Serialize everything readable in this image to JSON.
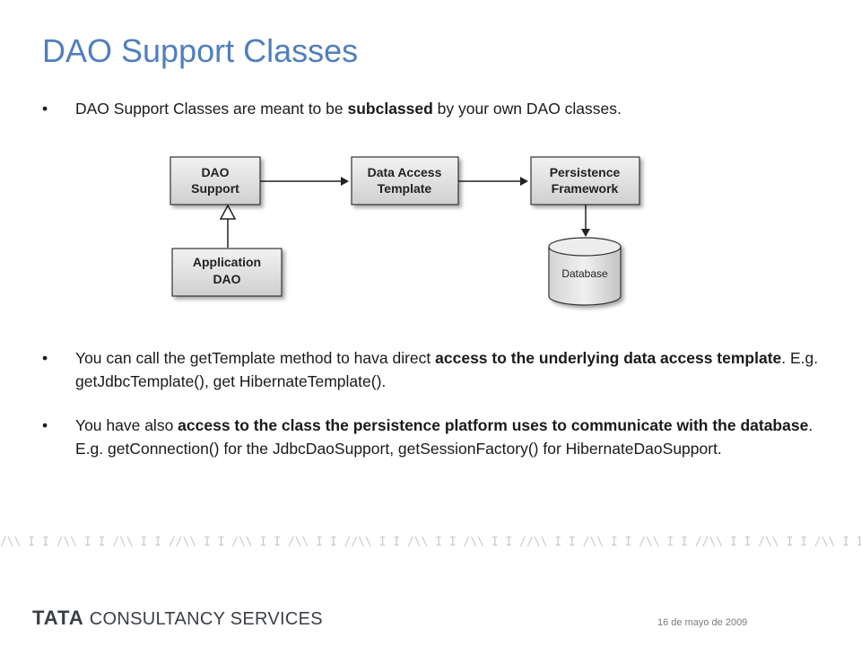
{
  "slide": {
    "title": "DAO Support Classes",
    "bullets": [
      {
        "parts": [
          {
            "t": "DAO Support Classes are meant to be ",
            "b": false
          },
          {
            "t": "subclassed",
            "b": true
          },
          {
            "t": " by your own DAO classes.",
            "b": false
          }
        ]
      },
      {
        "parts": [
          {
            "t": "You can call the getTemplate method to hava direct ",
            "b": false
          },
          {
            "t": "access to the underlying data access template",
            "b": true
          },
          {
            "t": ". E.g. getJdbcTemplate(), get HibernateTemplate().",
            "b": false
          }
        ]
      },
      {
        "parts": [
          {
            "t": "You have also ",
            "b": false
          },
          {
            "t": "access to the class the persistence platform uses to communicate with the database",
            "b": true
          },
          {
            "t": ". E.g. getConnection() for the JdbcDaoSupport, getSessionFactory() for HibernateDaoSupport.",
            "b": false
          }
        ]
      }
    ]
  },
  "diagram": {
    "boxes": {
      "dao_support": [
        "DAO",
        "Support"
      ],
      "data_access_template": [
        "Data Access",
        "Template"
      ],
      "persistence_framework": [
        "Persistence",
        "Framework"
      ],
      "application_dao": [
        "Application",
        "DAO"
      ]
    },
    "database": "Database"
  },
  "footer": {
    "pattern": "/\\\\ I I /\\\\ I I /\\\\ I I /",
    "logo_tata": "TATA",
    "logo_rest": "CONSULTANCY SERVICES",
    "date": "16 de mayo de 2009"
  }
}
